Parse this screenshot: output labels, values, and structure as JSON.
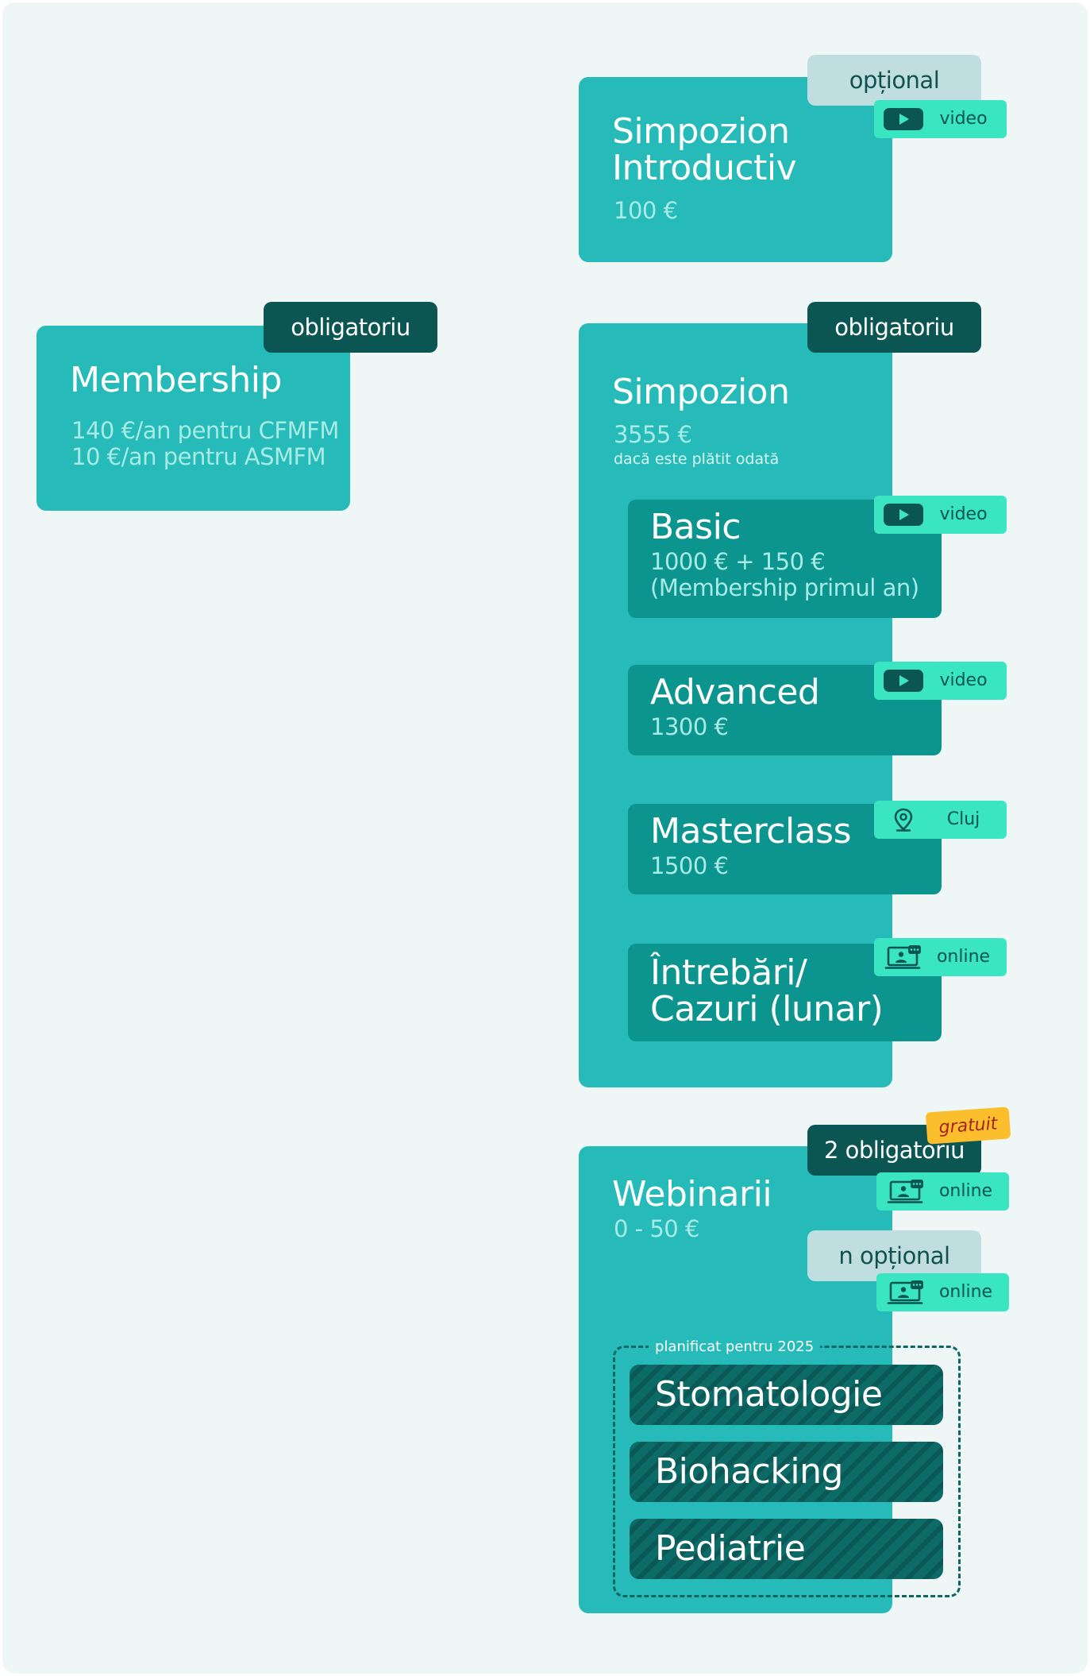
{
  "simpozion_introductiv": {
    "badge": "opțional",
    "title_line1": "Simpozion",
    "title_line2": "Introductiv",
    "price": "100 €",
    "chip": {
      "icon": "play-icon",
      "label": "video"
    }
  },
  "membership": {
    "badge": "obligatoriu",
    "title": "Membership",
    "price_line1": "140 €/an pentru CFMFM",
    "price_line2": "10 €/an pentru ASMFM"
  },
  "simpozion": {
    "badge": "obligatoriu",
    "title": "Simpozion",
    "price": "3555 €",
    "note": "dacă este plătit odată",
    "modules": [
      {
        "title": "Basic",
        "price_line1": "1000 € + 150 €",
        "price_line2": "(Membership primul an)",
        "chip": {
          "icon": "play-icon",
          "label": "video"
        }
      },
      {
        "title": "Advanced",
        "price": "1300 €",
        "chip": {
          "icon": "play-icon",
          "label": "video"
        }
      },
      {
        "title": "Masterclass",
        "price": "1500 €",
        "chip": {
          "icon": "location-pin-icon",
          "label": "Cluj"
        }
      },
      {
        "title_line1": "Întrebări/",
        "title_line2": "Cazuri (lunar)",
        "chip": {
          "icon": "video-call-icon",
          "label": "online"
        }
      }
    ]
  },
  "webinarii": {
    "title": "Webinarii",
    "price": "0 - 50 €",
    "free_tag": "gratuit",
    "mandatory_badge": "2 obligatoriu",
    "mandatory_chip": {
      "icon": "video-call-icon",
      "label": "online"
    },
    "optional_badge": "n opțional",
    "optional_chip": {
      "icon": "video-call-icon",
      "label": "online"
    },
    "planned_label": "planificat pentru 2025",
    "planned_topics": [
      "Stomatologie",
      "Biohacking",
      "Pediatrie"
    ]
  },
  "colors": {
    "background": "#eff7f6",
    "card": "#26bbb9",
    "module": "#0c958f",
    "badge_dark": "#0b5552",
    "badge_light": "#c0dedf",
    "chip": "#3ae5c2",
    "free_tag": "#fbbf2d"
  }
}
